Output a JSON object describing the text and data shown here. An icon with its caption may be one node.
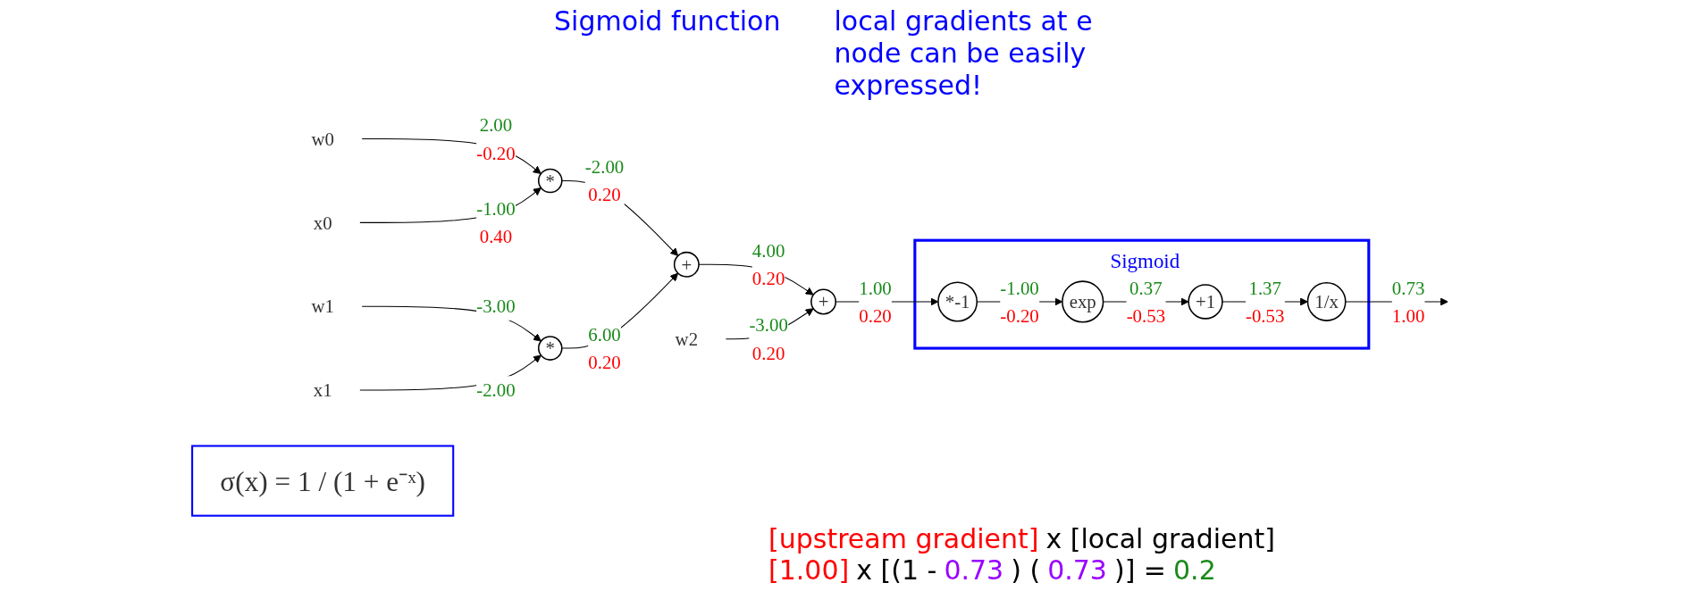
{
  "diagram": {
    "nodes": [
      {
        "text": [
          "w0"
        ]
      },
      {
        "text": [
          "x0"
        ]
      },
      {
        "text": [
          "w1"
        ]
      },
      {
        "text": [
          "x1"
        ]
      },
      {
        "text": [
          "w2"
        ]
      },
      {
        "text": [
          "*"
        ]
      },
      {
        "text": [
          "*"
        ]
      },
      {
        "text": [
          "+"
        ]
      },
      {
        "text": [
          "+"
        ]
      },
      {
        "text": [
          "Sigmoid"
        ]
      },
      {
        "text": [
          "*-1"
        ],
        "in": 9
      },
      {
        "text": [
          "exp"
        ],
        "in": 9
      },
      {
        "text": [
          "+1"
        ],
        "in": 9
      },
      {
        "text": [
          "1/x"
        ],
        "in": 9
      },
      {
        "text": [
          "σ(x) = 1 / (1 + e⁻ˣ)"
        ]
      }
    ],
    "edges": [
      {
        "from": 0,
        "to": 5,
        "arrow": "to",
        "label": "2.00 -0.20"
      },
      {
        "from": 1,
        "to": 5,
        "arrow": "to",
        "label": "-1.00 0.40"
      },
      {
        "from": 2,
        "to": 6,
        "arrow": "to",
        "label": "-3.00"
      },
      {
        "from": 3,
        "to": 6,
        "arrow": "to",
        "label": "-2.00"
      },
      {
        "from": 5,
        "to": 7,
        "arrow": "to",
        "label": "-2.00 0.20"
      },
      {
        "from": 6,
        "to": 7,
        "arrow": "to",
        "label": "6.00 0.20"
      },
      {
        "from": 7,
        "to": 8,
        "arrow": "to",
        "label": "4.00 0.20"
      },
      {
        "from": 4,
        "to": 8,
        "arrow": "to",
        "label": "-3.00 0.20"
      },
      {
        "from": 8,
        "to": 10,
        "arrow": "to",
        "label": "1.00 0.20"
      },
      {
        "from": 10,
        "to": 11,
        "arrow": "to",
        "label": "-1.00 -0.20"
      },
      {
        "from": 11,
        "to": 12,
        "arrow": "to",
        "label": "0.37 -0.53"
      },
      {
        "from": 12,
        "to": 13,
        "arrow": "to",
        "label": "1.37 -0.53"
      },
      {
        "from": 13,
        "to": null,
        "arrow": "to",
        "label": "0.73 1.00"
      }
    ],
    "labels": [
      "Sigmoid function",
      "local gradients at e node can be easily expressed!",
      "[upstream gradient]",
      "x [local gradient]",
      "[1.00]",
      "x [(1 -",
      "0.73",
      ") (",
      "0.73",
      ")] =",
      "0.2"
    ]
  }
}
